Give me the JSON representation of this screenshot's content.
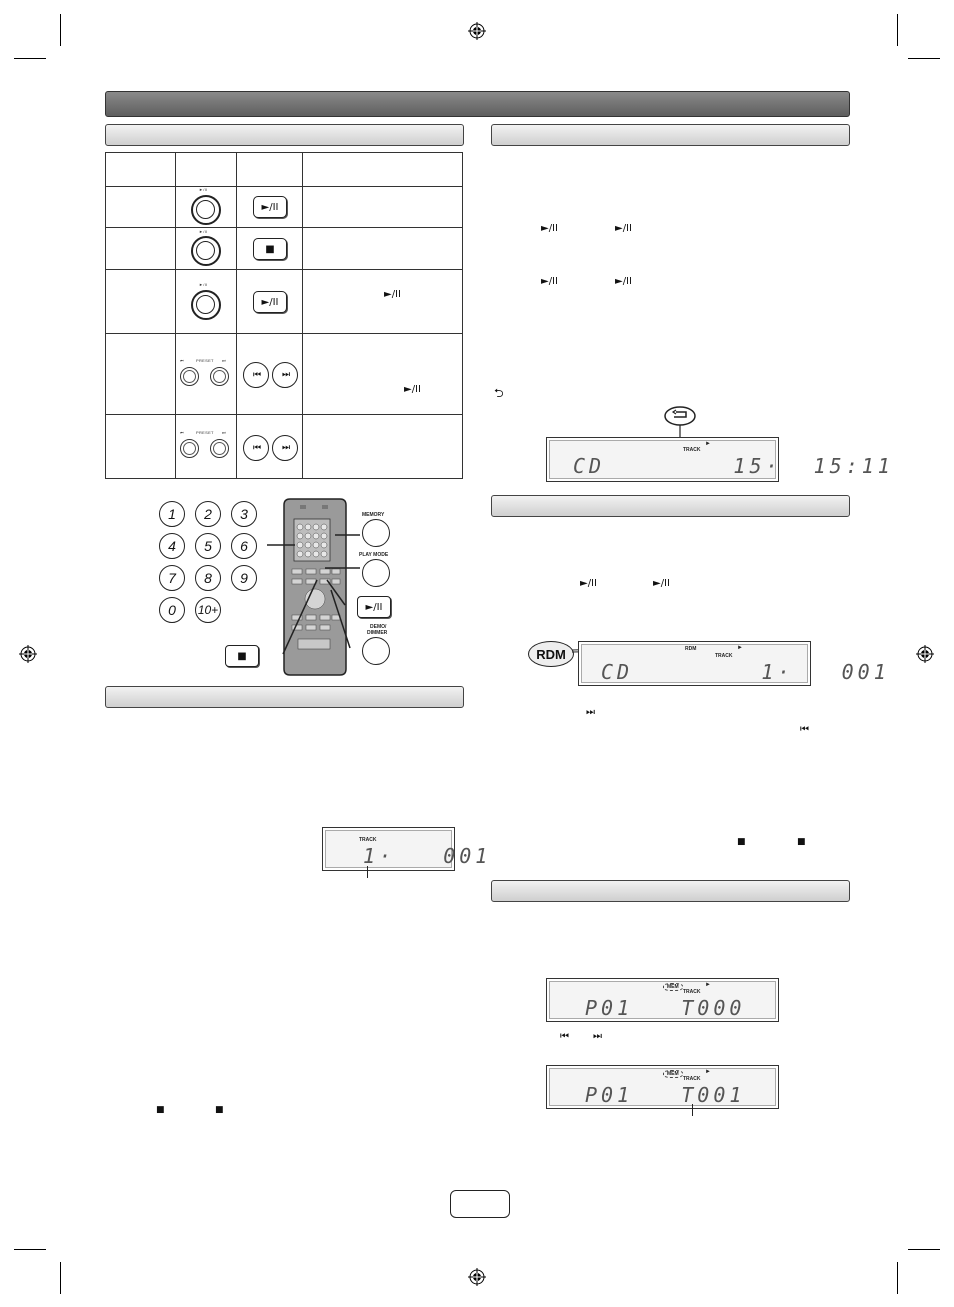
{
  "symbols": {
    "play_pause": "►/II",
    "play_pause_small": "►/II",
    "stop": "■",
    "prev": "⏮",
    "next": "⏭",
    "repeat": "⮌",
    "play_arrow": "►"
  },
  "unit_labels": {
    "play_pause": "►/II",
    "preset": "PRESET"
  },
  "remote": {
    "number_keys": [
      "1",
      "2",
      "3",
      "4",
      "5",
      "6",
      "7",
      "8",
      "9",
      "0",
      "10+"
    ],
    "memory_label": "MEMORY",
    "play_mode_label": "PLAY MODE",
    "demo_dimmer_label_1": "DEMO/",
    "demo_dimmer_label_2": "DIMMER"
  },
  "displays": {
    "repeat_display": {
      "indicator": "TRACK",
      "text": "CD        15·  15:11"
    },
    "random_display": {
      "badge": "RDM",
      "indicator_small": "RDM",
      "indicator": "TRACK",
      "text": "CD        1·   001"
    },
    "track_display": {
      "indicator": "TRACK",
      "text": "1·   001"
    },
    "memory_display_1": {
      "mem": "MEM",
      "indicator": "TRACK",
      "text": "P01   T000"
    },
    "memory_display_2": {
      "mem": "MEM",
      "indicator": "TRACK",
      "text": "P01   T001"
    }
  }
}
